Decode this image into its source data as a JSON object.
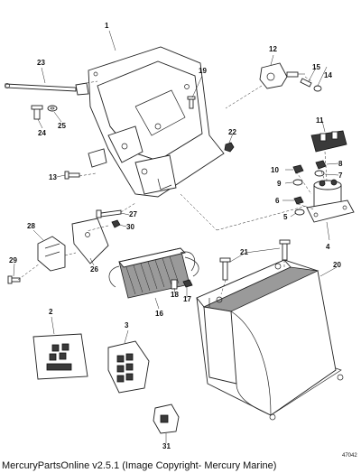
{
  "diagram": {
    "callouts": [
      "1",
      "2",
      "3",
      "4",
      "5",
      "6",
      "7",
      "8",
      "9",
      "10",
      "11",
      "12",
      "13",
      "14",
      "15",
      "16",
      "17",
      "18",
      "19",
      "20",
      "21",
      "22",
      "23",
      "24",
      "25",
      "26",
      "27",
      "28",
      "29",
      "30",
      "31"
    ],
    "drawing_number": "47042"
  },
  "footer": {
    "text": "MercuryPartsOnline v2.5.1 (Image Copyright- Mercury Marine)"
  }
}
